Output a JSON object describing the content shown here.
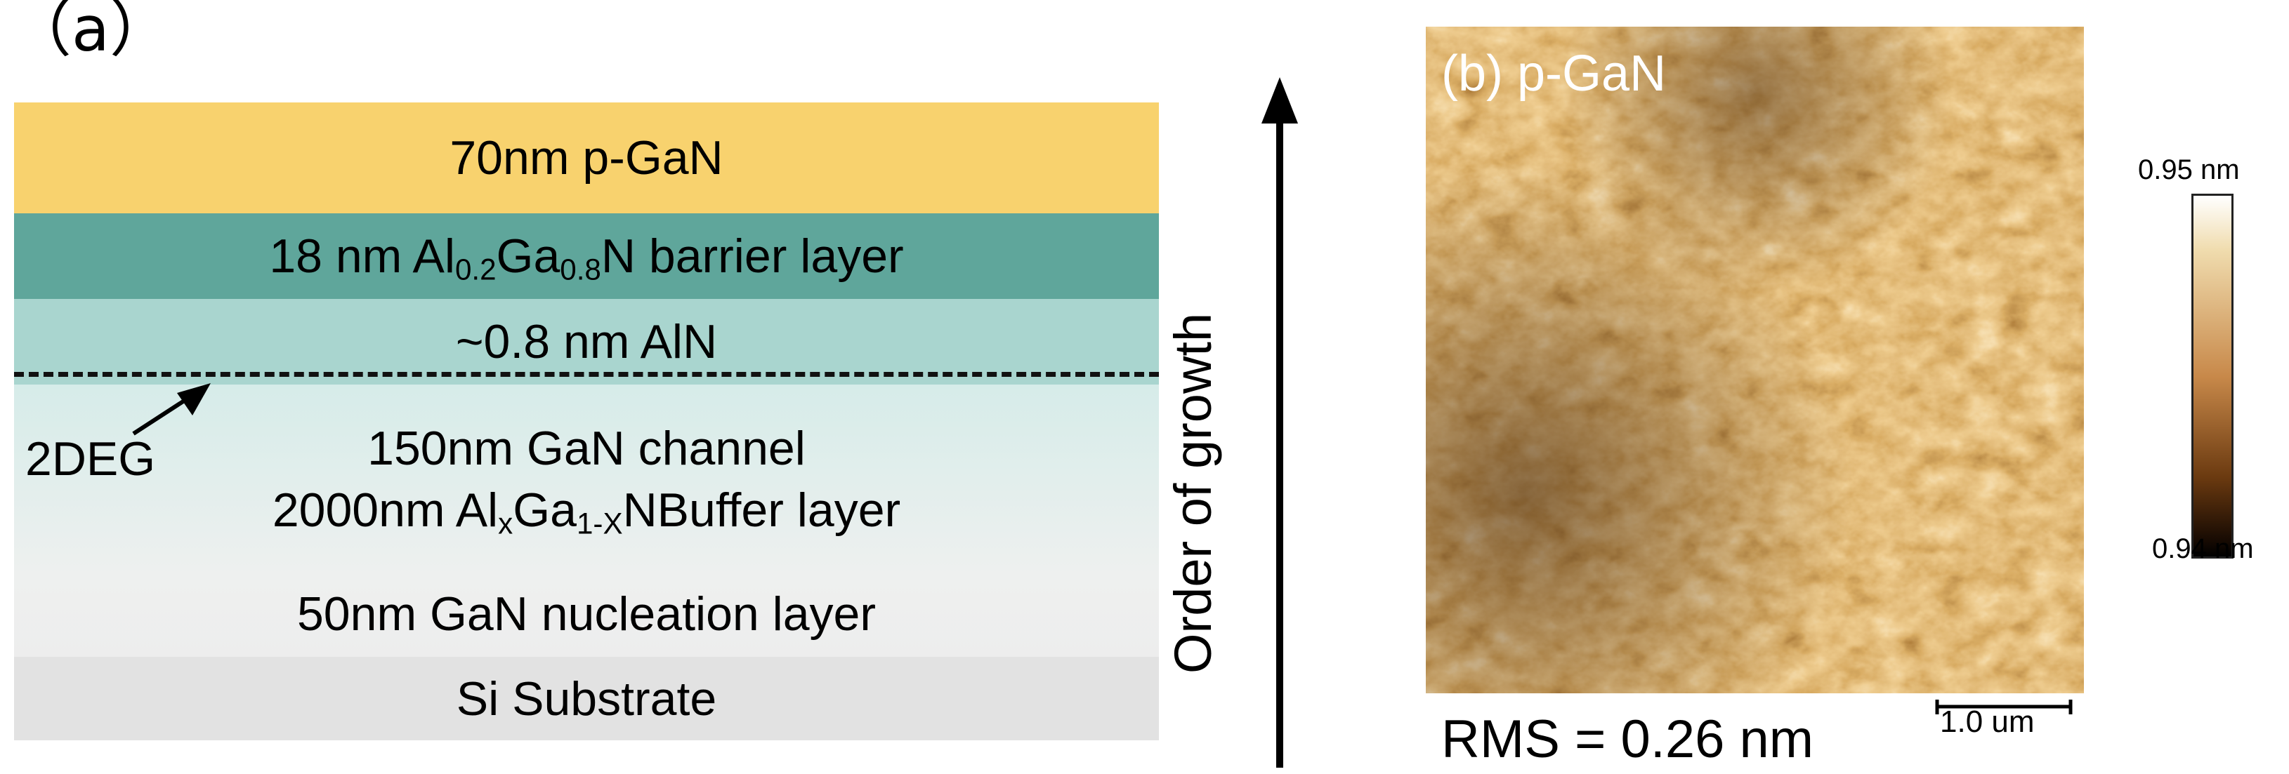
{
  "panel_a": {
    "label": "（a）",
    "layers": {
      "p_gan": "70nm p-GaN",
      "barrier": {
        "pre": "18 nm Al",
        "sub1": "0.2",
        "mid": "Ga",
        "sub2": "0.8",
        "post": "N barrier layer"
      },
      "aln": "~0.8 nm AlN",
      "channel": "150nm GaN channel",
      "buffer": {
        "pre": "2000nm Al",
        "sub1": "x",
        "mid": "Ga",
        "sub2": "1-X",
        "post": "NBuffer layer"
      },
      "nucleation": "50nm GaN nucleation layer",
      "substrate": "Si Substrate"
    },
    "twodeg_label": "2DEG",
    "growth_label": "Order of growth",
    "colors": {
      "p_gan": "#f8d26e",
      "barrier": "#5fa69b",
      "aln": "#a9d5cf",
      "buffer": "#eeeeee",
      "substrate": "#e2e2e2"
    }
  },
  "panel_b": {
    "label": "(b) p-GaN",
    "rms": "RMS = 0.26 nm",
    "scale_bar": "1.0 um",
    "colorbar_max": "0.95 nm",
    "colorbar_min": "0.94 nm"
  }
}
